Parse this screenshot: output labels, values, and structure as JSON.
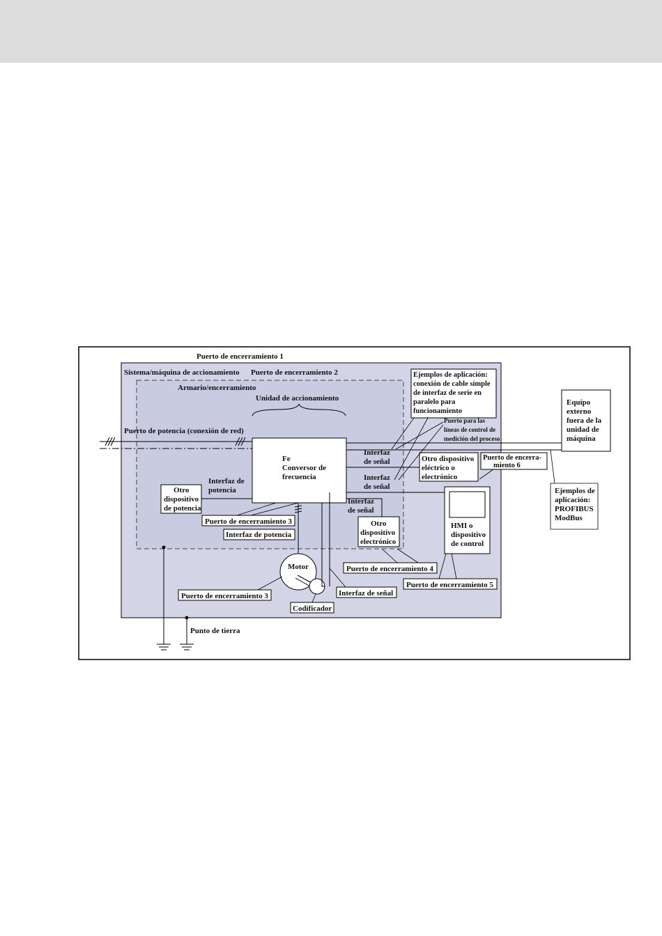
{
  "colors": {
    "enclosure_fill": "#d3d5e7",
    "line": "#000000",
    "background": "#ffffff",
    "header_band": "#dcdcdc"
  },
  "labels": {
    "port1": "Puerto de encerramiento 1",
    "drive_system": "Sistema/máquina de accionamiento",
    "port2": "Puerto de encerramiento 2",
    "cabinet": "Armario/encerramiento",
    "drive_unit": "Unidad de accionamiento",
    "power_port": "Puerto de potencia (conexión de red)",
    "fc_line1": "Fe",
    "fc_line2": "Conversor de",
    "fc_line3": "frecuencia",
    "app_examples": [
      "Ejemplos de aplicación:",
      "conexión de cable simple",
      "de interfaz de serie en",
      "paralelo para",
      "funcionamiento"
    ],
    "process_lines": [
      "Puerto para las",
      "líneas de control de",
      "medición del proceso"
    ],
    "external": [
      "Equipo",
      "externo",
      "fuera de la",
      "unidad de",
      "máquina"
    ],
    "signal_if_1": [
      "Interfaz",
      "de señal"
    ],
    "signal_if_2": [
      "Interfaz",
      "de señal"
    ],
    "signal_if_3": [
      "Interfaz",
      "de señal"
    ],
    "other_elec": [
      "Otro dispositivo",
      "eléctrico o",
      "electrónico"
    ],
    "port6": [
      "Puerto de encerra-",
      "miento 6"
    ],
    "fieldbus": [
      "Ejemplos de",
      "aplicación:",
      "PROFIBUS",
      "ModBus"
    ],
    "other_power": [
      "Otro",
      "dispositivo",
      "de potencia"
    ],
    "power_if": [
      "Interfaz de",
      "potencia"
    ],
    "port3_a": "Puerto de encerramiento 3",
    "power_if_motor": "Interfaz de potencia",
    "other_electronic": [
      "Otro",
      "dispositivo",
      "electrónico"
    ],
    "hmi": [
      "HMI o",
      "dispositivo",
      "de control"
    ],
    "port4": "Puerto de encerramiento 4",
    "port5": "Puerto de encerramiento 5",
    "motor": "Motor",
    "port3_b": "Puerto de encerramiento 3",
    "signal_if_motor": "Interfaz de señal",
    "encoder": "Codificador",
    "ground": "Punto de tierra"
  }
}
